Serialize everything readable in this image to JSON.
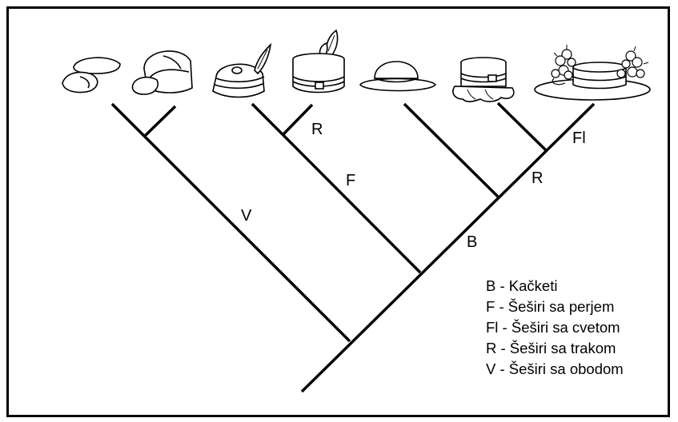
{
  "labels": {
    "R_upper": "R",
    "F": "F",
    "V": "V",
    "Fl": "Fl",
    "R_lower": "R",
    "B": "B"
  },
  "legend": [
    "B - Kačketi",
    "F - Šeširi sa perjem",
    "Fl - Šeširi sa cvetom",
    "R - Šeširi sa trakom",
    "V - Šeširi sa obodom"
  ],
  "icons": [
    "visor-hat-icon",
    "baseball-cap-icon",
    "feathered-hat-icon",
    "feathered-banded-hat-icon",
    "round-brim-hat-icon",
    "banded-bonnet-icon",
    "flowered-wide-hat-icon"
  ]
}
